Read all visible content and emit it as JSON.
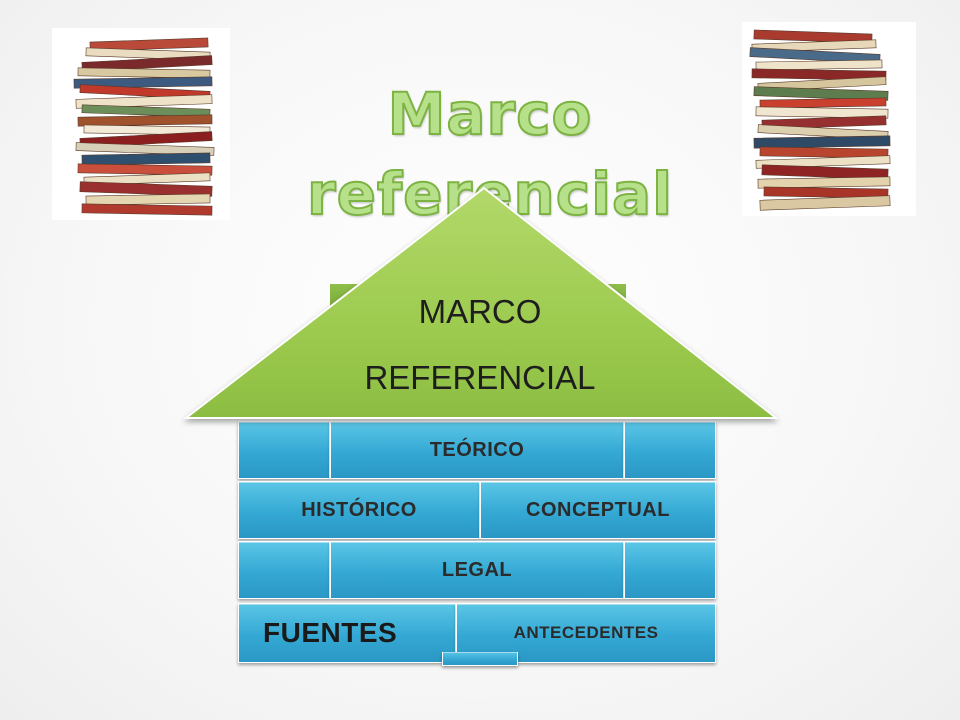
{
  "title": "Marco referencial",
  "colors": {
    "title_fill": "#b6e08a",
    "title_stroke": "#7cb342",
    "roof": "#9dcb4f",
    "brick": "#34a8d4"
  },
  "icons": {
    "left": "book-stack-icon",
    "right": "book-stack-icon"
  },
  "house": {
    "roof": {
      "line1": "MARCO",
      "line2": "REFERENCIAL"
    },
    "rows": {
      "teorico": "TEÓRICO",
      "historico": "HISTÓRICO",
      "conceptual": "CONCEPTUAL",
      "legal": "LEGAL",
      "fuentes": "FUENTES",
      "antecedentes": "ANTECEDENTES"
    }
  }
}
